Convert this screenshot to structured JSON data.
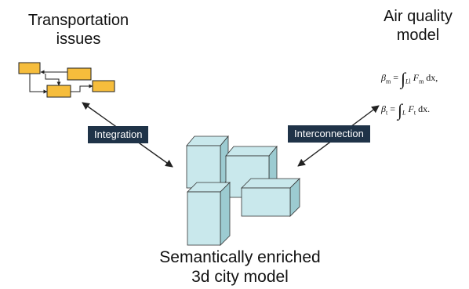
{
  "titles": {
    "transportation": "Transportation\nissues",
    "air_quality": "Air quality\nmodel",
    "city_model": "Semantically enriched\n3d city model"
  },
  "labels": {
    "integration": "Integration",
    "interconnection": "Interconnection"
  },
  "formulas": [
    {
      "lhs": "β",
      "sub": "m",
      "eq": "=",
      "int_sub": "L",
      "int_sub2": "l",
      "func": "F",
      "func_sub": "m",
      "dx": "dx",
      "end": ","
    },
    {
      "lhs": "β",
      "sub": "t",
      "eq": "=",
      "int_sub": "L",
      "int_sub2": "",
      "func": "F",
      "func_sub": "t",
      "dx": "dx",
      "end": "."
    }
  ],
  "colors": {
    "flow_box": "#f6bd3c",
    "cube_face": "#c9e8ec",
    "cube_side": "#9ccbd1",
    "tag_bg": "#1f3348"
  }
}
